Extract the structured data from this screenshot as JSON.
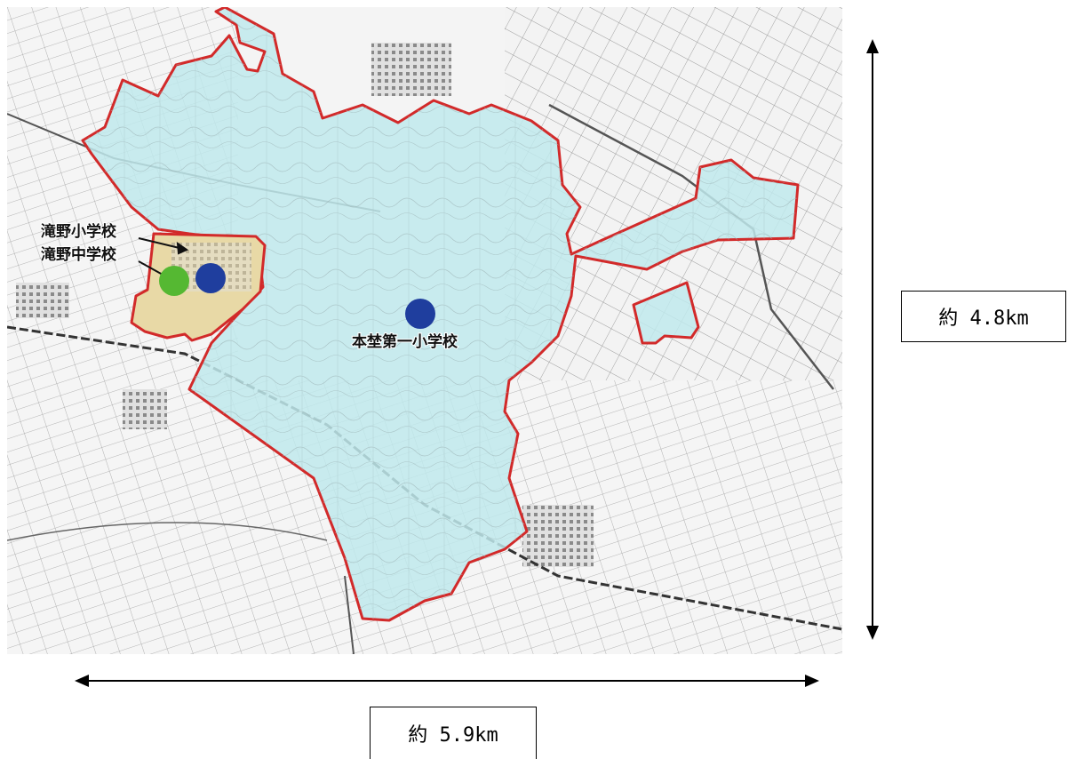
{
  "map": {
    "boundary_color": "#d22a2a",
    "district_fill": "#bfe9ec",
    "west_area_fill": "#e8d9a6",
    "labels": {
      "takino_elementary": "滝野小学校",
      "takino_junior_high": "滝野中学校",
      "honzen_first_elementary": "本埜第一小学校"
    },
    "markers": [
      {
        "name": "takino-junior-high-marker",
        "color": "#55b832"
      },
      {
        "name": "takino-elementary-marker",
        "color": "#1f3e9e"
      },
      {
        "name": "honzen-first-elementary-marker",
        "color": "#1f3e9e"
      }
    ]
  },
  "scale": {
    "vertical_label": "約 4.8km",
    "horizontal_label": "約 5.9km"
  }
}
